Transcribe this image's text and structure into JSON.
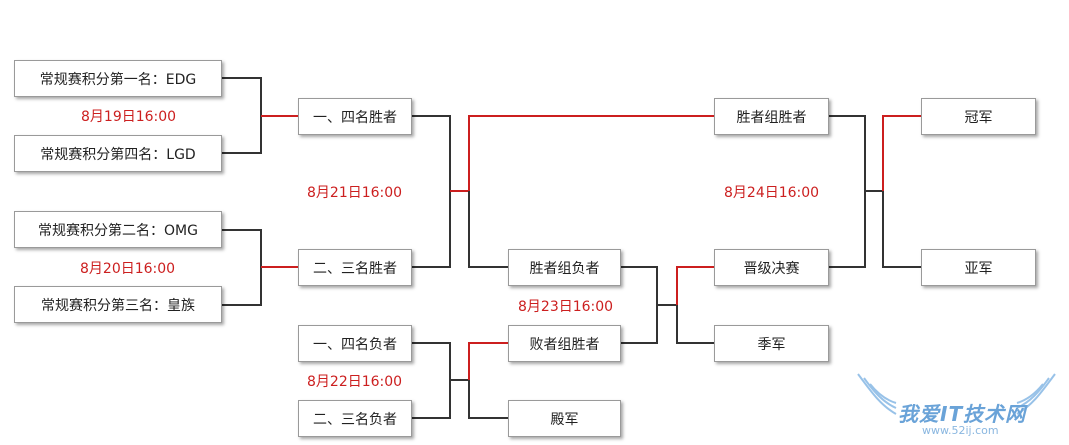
{
  "boxes": {
    "seed1": "常规赛积分第一名：EDG",
    "seed4": "常规赛积分第四名：LGD",
    "seed2": "常规赛积分第二名：OMG",
    "seed3": "常规赛积分第三名：皇族",
    "w14": "一、四名胜者",
    "w23": "二、三名胜者",
    "l14": "一、四名负者",
    "l23": "二、三名负者",
    "winners_final": "胜者组胜者",
    "winners_loser": "胜者组负者",
    "losers_winner": "败者组胜者",
    "fourth": "殿军",
    "promotion": "晋级决赛",
    "third": "季军",
    "champion": "冠军",
    "runner_up": "亚军"
  },
  "dates": {
    "d819": "8月19日16:00",
    "d820": "8月20日16:00",
    "d821": "8月21日16:00",
    "d822": "8月22日16:00",
    "d823": "8月23日16:00",
    "d824": "8月24日16:00"
  },
  "watermark": {
    "text": "我爱IT技术网",
    "url": "www.52ij.com"
  },
  "colors": {
    "line": "#333333",
    "winner_line": "#cc1f1f",
    "date": "#cc1f1f"
  }
}
